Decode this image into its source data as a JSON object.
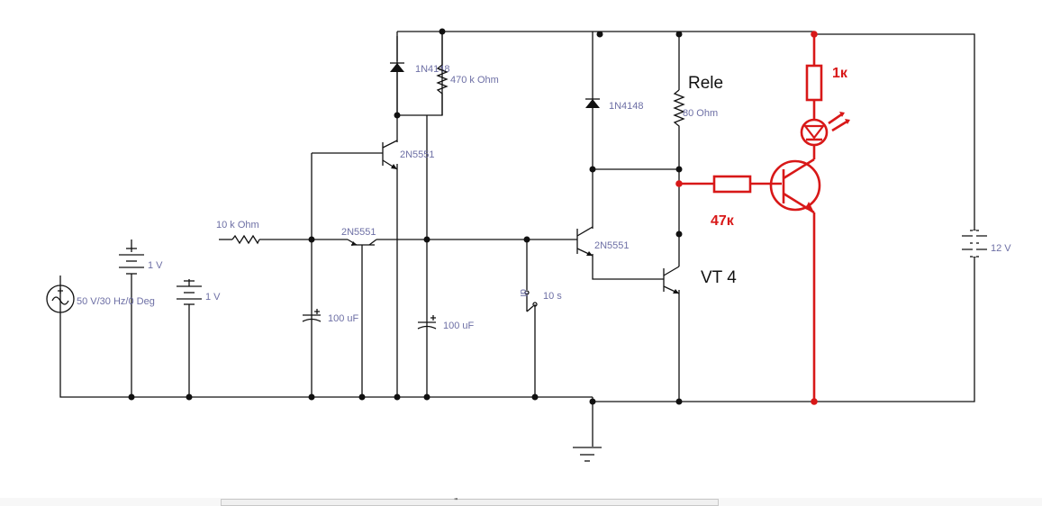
{
  "labels": {
    "d1": "1N4148",
    "r470": "470 k Ohm",
    "q1": "2N5551",
    "r10k": "10 k Ohm",
    "q2": "2N5551",
    "bat1": "1 V",
    "bat2": "1 V",
    "src": "50 V/30 Hz/0 Deg",
    "c1": "100 uF",
    "c2": "100 uF",
    "d2": "1N4148",
    "r80": "80  Ohm",
    "rele": "Rele",
    "q3": "2N5551",
    "sw_time": "10 s",
    "sw_key": "dl",
    "vt4": "VT 4",
    "bat12": "12 V",
    "r1k": "1к",
    "r47k": "47к"
  },
  "colors": {
    "wire": "#111111",
    "label": "#6d6fa5",
    "edit": "#d81818"
  },
  "scrollbar": {
    "grip": "'''"
  }
}
